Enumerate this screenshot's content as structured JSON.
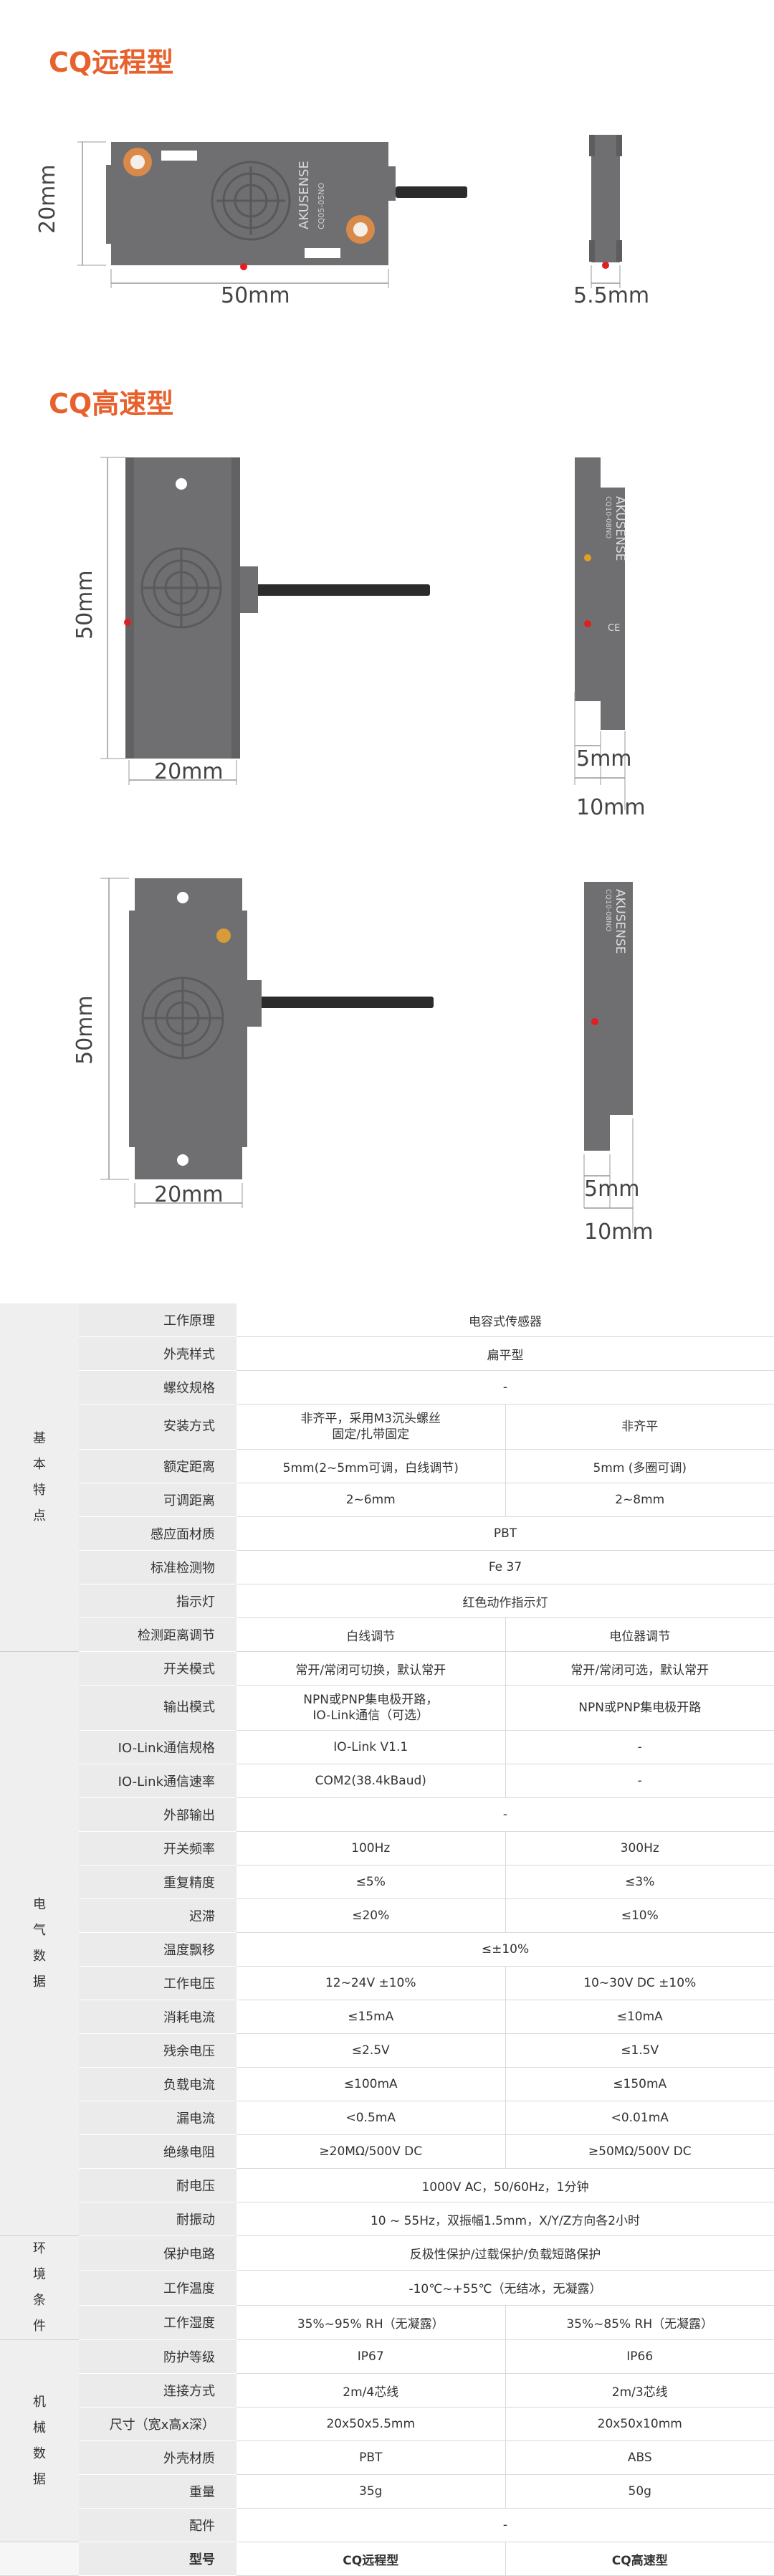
{
  "sections": {
    "remote_title": "CQ远程型",
    "high_speed_title": "CQ高速型"
  },
  "drawing1": {
    "brand": "AKUSENSE",
    "model": "CQ05-05NO",
    "height_label": "20mm",
    "width_label": "50mm",
    "thickness_label": "5.5mm"
  },
  "drawing2": {
    "brand": "AKUSENSE",
    "model": "CQ10-08NO",
    "height_label": "50mm",
    "width_label": "20mm",
    "thickness_inner_label": "5mm",
    "thickness_outer_label": "10mm",
    "ce_mark": "CE"
  },
  "drawing3": {
    "brand": "AKUSENSE",
    "model": "CQ10-08NO",
    "height_label": "50mm",
    "width_label": "20mm",
    "thickness_inner_label": "5mm",
    "thickness_outer_label": "10mm"
  },
  "spec": {
    "groups": {
      "basic": [
        "基",
        "本",
        "特",
        "点"
      ],
      "electrical": [
        "电",
        "气",
        "数",
        "据"
      ],
      "environment": [
        "环",
        "境",
        "条",
        "件"
      ],
      "mechanical": [
        "机",
        "械",
        "数",
        "据"
      ]
    },
    "rows": [
      {
        "label": "工作原理",
        "span": "电容式传感器"
      },
      {
        "label": "外壳样式",
        "span": "扁平型"
      },
      {
        "label": "螺纹规格",
        "span": "-"
      },
      {
        "label": "安装方式",
        "c1": "非齐平，采用M3沉头螺丝\n固定/扎带固定",
        "c2": "非齐平"
      },
      {
        "label": "额定距离",
        "c1": "5mm(2~5mm可调，白线调节)",
        "c2": "5mm (多圈可调)"
      },
      {
        "label": "可调距离",
        "c1": "2~6mm",
        "c2": "2~8mm"
      },
      {
        "label": "感应面材质",
        "span": "PBT"
      },
      {
        "label": "标准检测物",
        "span": "Fe 37"
      },
      {
        "label": "指示灯",
        "span": "红色动作指示灯"
      },
      {
        "label": "检测距离调节",
        "c1": "白线调节",
        "c2": "电位器调节"
      },
      {
        "label": "开关模式",
        "c1": "常开/常闭可切换，默认常开",
        "c2": "常开/常闭可选，默认常开"
      },
      {
        "label": "输出模式",
        "c1": "NPN或PNP集电极开路，\nIO-Link通信（可选）",
        "c2": "NPN或PNP集电极开路"
      },
      {
        "label": "IO-Link通信规格",
        "c1": "IO-Link V1.1",
        "c2": "-"
      },
      {
        "label": "IO-Link通信速率",
        "c1": "COM2(38.4kBaud)",
        "c2": "-"
      },
      {
        "label": "外部输出",
        "span": "-"
      },
      {
        "label": "开关频率",
        "c1": "100Hz",
        "c2": "300Hz"
      },
      {
        "label": "重复精度",
        "c1": "≤5%",
        "c2": "≤3%"
      },
      {
        "label": "迟滞",
        "c1": "≤20%",
        "c2": "≤10%"
      },
      {
        "label": "温度飘移",
        "span": "≤±10%"
      },
      {
        "label": "工作电压",
        "c1": "12~24V ±10%",
        "c2": "10~30V DC ±10%"
      },
      {
        "label": "消耗电流",
        "c1": "≤15mA",
        "c2": "≤10mA"
      },
      {
        "label": "残余电压",
        "c1": "≤2.5V",
        "c2": "≤1.5V"
      },
      {
        "label": "负载电流",
        "c1": "≤100mA",
        "c2": "≤150mA"
      },
      {
        "label": "漏电流",
        "c1": "<0.5mA",
        "c2": "<0.01mA"
      },
      {
        "label": "绝缘电阻",
        "c1": "≥20MΩ/500V DC",
        "c2": "≥50MΩ/500V DC"
      },
      {
        "label": "耐电压",
        "span": "1000V AC，50/60Hz，1分钟"
      },
      {
        "label": "耐振动",
        "span": "10 ~ 55Hz，双振幅1.5mm，X/Y/Z方向各2小时"
      },
      {
        "label": "保护电路",
        "span": "反极性保护/过载保护/负载短路保护"
      },
      {
        "label": "工作温度",
        "span": "-10℃~+55℃（无结冰，无凝露）"
      },
      {
        "label": "工作湿度",
        "c1": "35%~95% RH（无凝露）",
        "c2": "35%~85% RH（无凝露）"
      },
      {
        "label": "防护等级",
        "c1": "IP67",
        "c2": "IP66"
      },
      {
        "label": "连接方式",
        "c1": "2m/4芯线",
        "c2": "2m/3芯线"
      },
      {
        "label": "尺寸（宽x高x深）",
        "c1": "20x50x5.5mm",
        "c2": "20x50x10mm"
      },
      {
        "label": "外壳材质",
        "c1": "PBT",
        "c2": "ABS"
      },
      {
        "label": "重量",
        "c1": "35g",
        "c2": "50g"
      },
      {
        "label": "配件",
        "span": "-"
      },
      {
        "label": "型号",
        "c1": "CQ远程型",
        "c2": "CQ高速型"
      }
    ]
  },
  "colors": {
    "accent": "#e8602c",
    "body_gray": "#6e6e70",
    "table_label_bg": "#ebebeb",
    "group_bg": "#efefef",
    "led_red": "#e02020"
  }
}
